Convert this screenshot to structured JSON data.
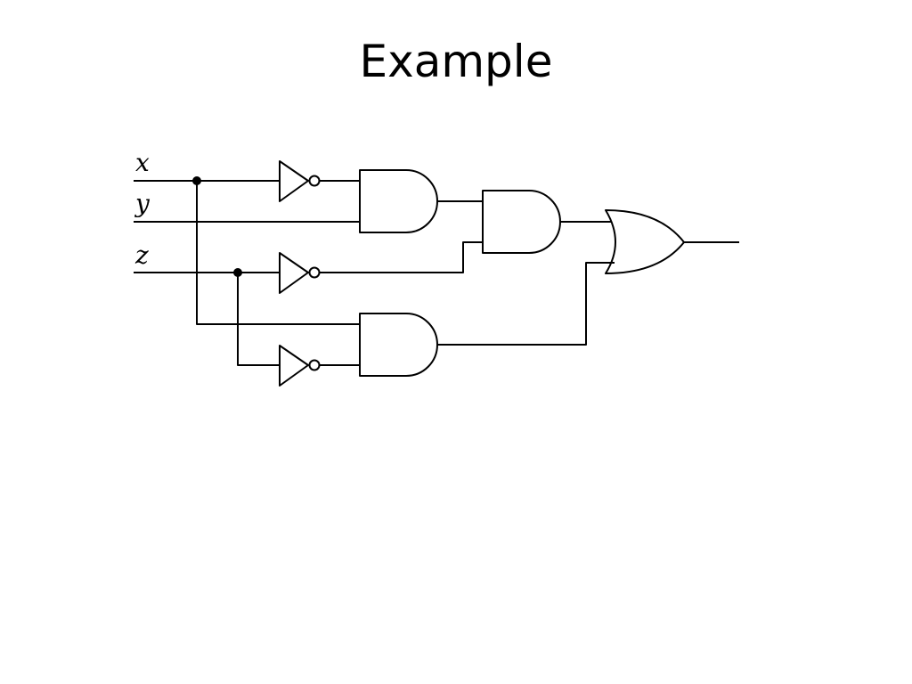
{
  "slide": {
    "title": "Example"
  },
  "diagram": {
    "type": "logic-circuit",
    "inputs": [
      "x",
      "y",
      "z"
    ],
    "gates": [
      {
        "id": "not1",
        "type": "NOT",
        "input": "x"
      },
      {
        "id": "not2",
        "type": "NOT",
        "input": "z"
      },
      {
        "id": "not3",
        "type": "NOT",
        "input": "z"
      },
      {
        "id": "and1",
        "type": "AND",
        "inputs": [
          "not1",
          "y"
        ]
      },
      {
        "id": "and2",
        "type": "AND",
        "inputs": [
          "and1",
          "not2"
        ]
      },
      {
        "id": "and3",
        "type": "AND",
        "inputs": [
          "x",
          "not3"
        ]
      },
      {
        "id": "or1",
        "type": "OR",
        "inputs": [
          "and2",
          "and3"
        ]
      }
    ],
    "output": "or1"
  }
}
